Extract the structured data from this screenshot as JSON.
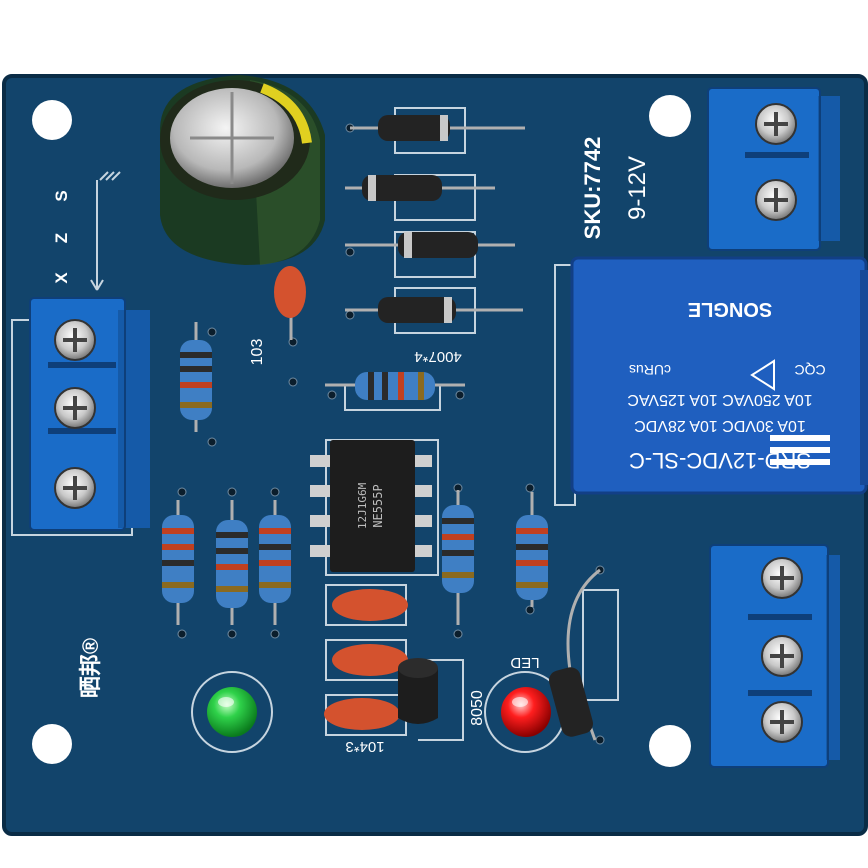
{
  "colors": {
    "pcb": "#12446b",
    "pcb_dark": "#0c3352",
    "silk": "#e6eef4",
    "terminal_blue": "#1a6cc8",
    "relay_blue": "#1f5fbf",
    "led_green": "#2fd24a",
    "led_red": "#ff1e1e",
    "chip": "#1d1d1d"
  },
  "board": {
    "sensor_labels": [
      "X",
      "Z",
      "S"
    ],
    "sku": "SKU:7742",
    "voltage": "9-12V",
    "cap_label": "103",
    "diode_label": "4007*4",
    "ceramic_label": "104*3",
    "transistor_label": "8050",
    "led_label": "LED",
    "brand": "晒邦®",
    "ic": {
      "line1": "12J1G6M",
      "line2": "NE555P"
    }
  },
  "relay": {
    "model": "SRD-12VDC-SL-C",
    "rating1": "10A 250VAC  10A 125VAC",
    "rating2": "10A 30VDC  10A 28VDC",
    "brand": "SONGLE",
    "cert1": "CQC",
    "cert2": "cURus"
  }
}
